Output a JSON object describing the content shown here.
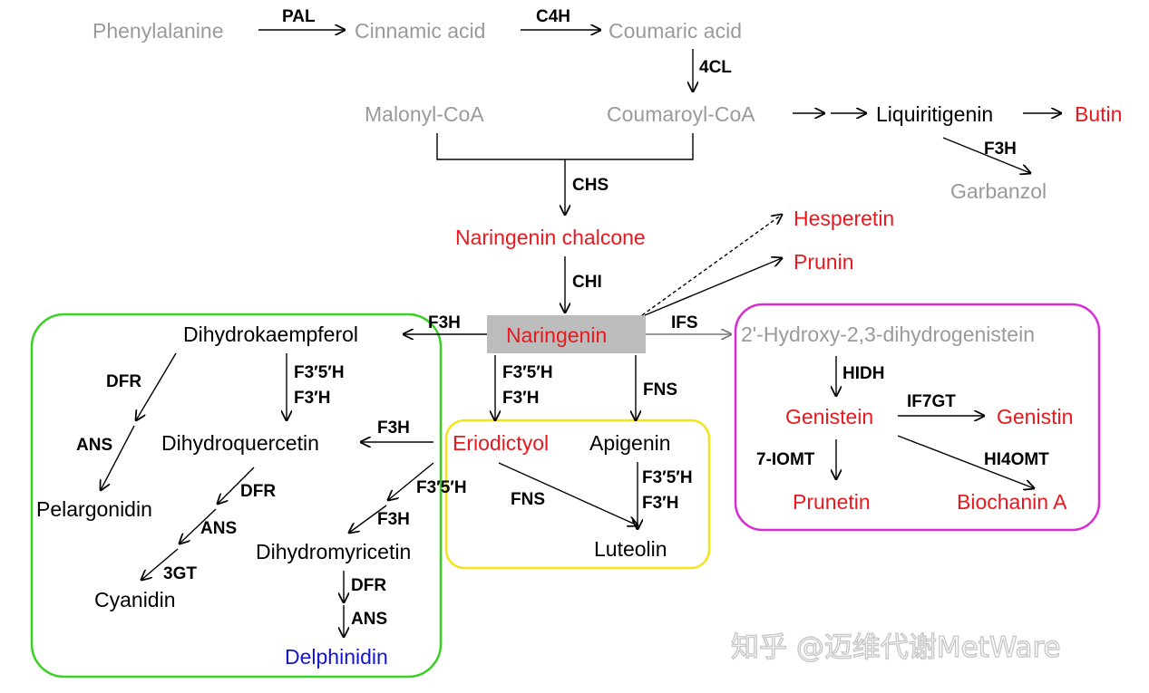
{
  "colors": {
    "grey_compound": "#9a9a9a",
    "red_compound": "#e8191e",
    "blue_compound": "#1414d2",
    "black": "#000000",
    "green_box": "#39d023",
    "yellow_box": "#f4e21a",
    "magenta_box": "#d92ad6",
    "naringenin_box": "#bcbcbc"
  },
  "compounds": {
    "phenylalanine": "Phenylalanine",
    "cinnamic_acid": "Cinnamic acid",
    "coumaric_acid": "Coumaric acid",
    "malonyl_coa": "Malonyl-CoA",
    "coumaroyl_coa": "Coumaroyl-CoA",
    "liquiritigenin": "Liquiritigenin",
    "butin": "Butin",
    "garbanzol": "Garbanzol",
    "naringenin_chalcone": "Naringenin chalcone",
    "hesperetin": "Hesperetin",
    "prunin": "Prunin",
    "naringenin": "Naringenin",
    "hydroxy_dihydrogenistein": "2'-Hydroxy-2,3-dihydrogenistein",
    "dihydrokaempferol": "Dihydrokaempferol",
    "dihydroquercetin": "Dihydroquercetin",
    "pelargonidin": "Pelargonidin",
    "cyanidin": "Cyanidin",
    "dihydromyricetin": "Dihydromyricetin",
    "delphinidin": "Delphinidin",
    "eriodictyol": "Eriodictyol",
    "apigenin": "Apigenin",
    "luteolin": "Luteolin",
    "genistein": "Genistein",
    "genistin": "Genistin",
    "prunetin": "Prunetin",
    "biochanin_a": "Biochanin A"
  },
  "enzymes": {
    "pal": "PAL",
    "c4h": "C4H",
    "four_cl": "4CL",
    "f3h_liq": "F3H",
    "chs": "CHS",
    "chi": "CHI",
    "f3h_nar": "F3H",
    "ifs": "IFS",
    "f35h_dhk": "F3′5′H",
    "f3ph_dhk": "F3′H",
    "dfr_dhk": "DFR",
    "ans_dhk": "ANS",
    "f3h_erio": "F3H",
    "dfr_dhq": "DFR",
    "ans_dhq": "ANS",
    "gt_dhq": "3GT",
    "f35h_dhm": "F3′5′H",
    "f3h_dhm": "F3H",
    "dfr_dhm": "DFR",
    "ans_dhm": "ANS",
    "f35h_erio": "F3′5′H",
    "f3ph_erio": "F3′H",
    "fns_api": "FNS",
    "fns_lut": "FNS",
    "f35h_lut": "F3′5′H",
    "f3ph_lut": "F3′H",
    "hidh": "HIDH",
    "if7gt": "IF7GT",
    "iomt": "7-IOMT",
    "hi4omt": "HI4OMT"
  },
  "watermark": "知乎 @迈维代谢MetWare"
}
